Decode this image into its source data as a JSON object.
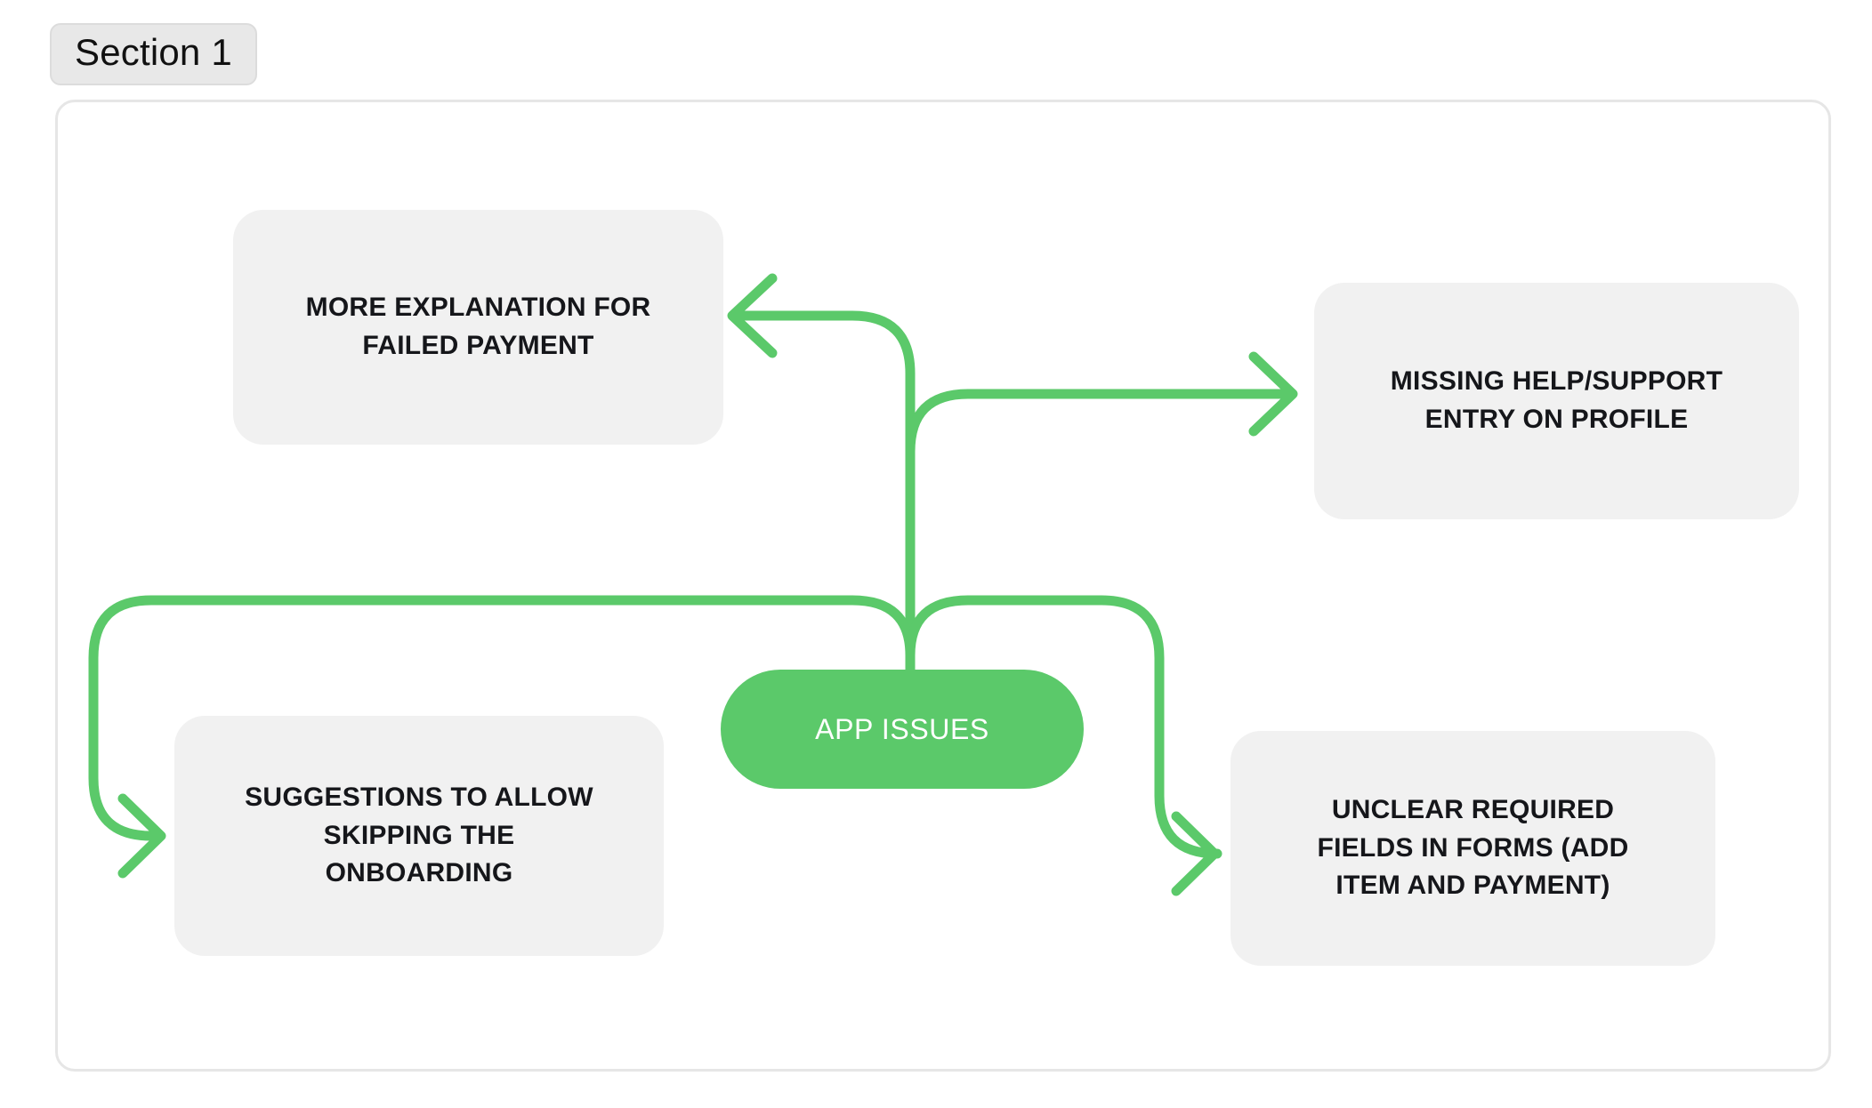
{
  "section": {
    "badge_label": "Section 1"
  },
  "colors": {
    "accent_green": "#5BC96A",
    "node_background": "#F1F1F1",
    "node_text": "#15161A",
    "frame_border": "#E6E6E6",
    "badge_background": "#E8E8E8",
    "page_background": "#FFFFFF"
  },
  "diagram": {
    "type": "hub-and-spoke",
    "center": {
      "id": "app-issues",
      "label": "APP ISSUES",
      "shape": "pill",
      "fill": "#5BC96A",
      "text_color": "#FFFFFF"
    },
    "nodes": [
      {
        "id": "more-explanation",
        "label": "MORE EXPLANATION FOR\nFAILED PAYMENT",
        "position": "top-left",
        "shape": "rounded-rect"
      },
      {
        "id": "missing-help",
        "label": "MISSING HELP/SUPPORT\nENTRY ON PROFILE",
        "position": "top-right",
        "shape": "rounded-rect"
      },
      {
        "id": "suggestions",
        "label": "SUGGESTIONS TO ALLOW\nSKIPPING THE\nONBOARDING",
        "position": "bottom-left",
        "shape": "rounded-rect"
      },
      {
        "id": "unclear-fields",
        "label": "UNCLEAR REQUIRED\nFIELDS IN FORMS (ADD\nITEM AND PAYMENT)",
        "position": "bottom-right",
        "shape": "rounded-rect"
      }
    ],
    "edges": [
      {
        "from": "app-issues",
        "to": "more-explanation",
        "arrow": "end",
        "color": "#5BC96A"
      },
      {
        "from": "app-issues",
        "to": "missing-help",
        "arrow": "end",
        "color": "#5BC96A"
      },
      {
        "from": "app-issues",
        "to": "suggestions",
        "arrow": "end",
        "color": "#5BC96A"
      },
      {
        "from": "app-issues",
        "to": "unclear-fields",
        "arrow": "end",
        "color": "#5BC96A"
      }
    ]
  }
}
